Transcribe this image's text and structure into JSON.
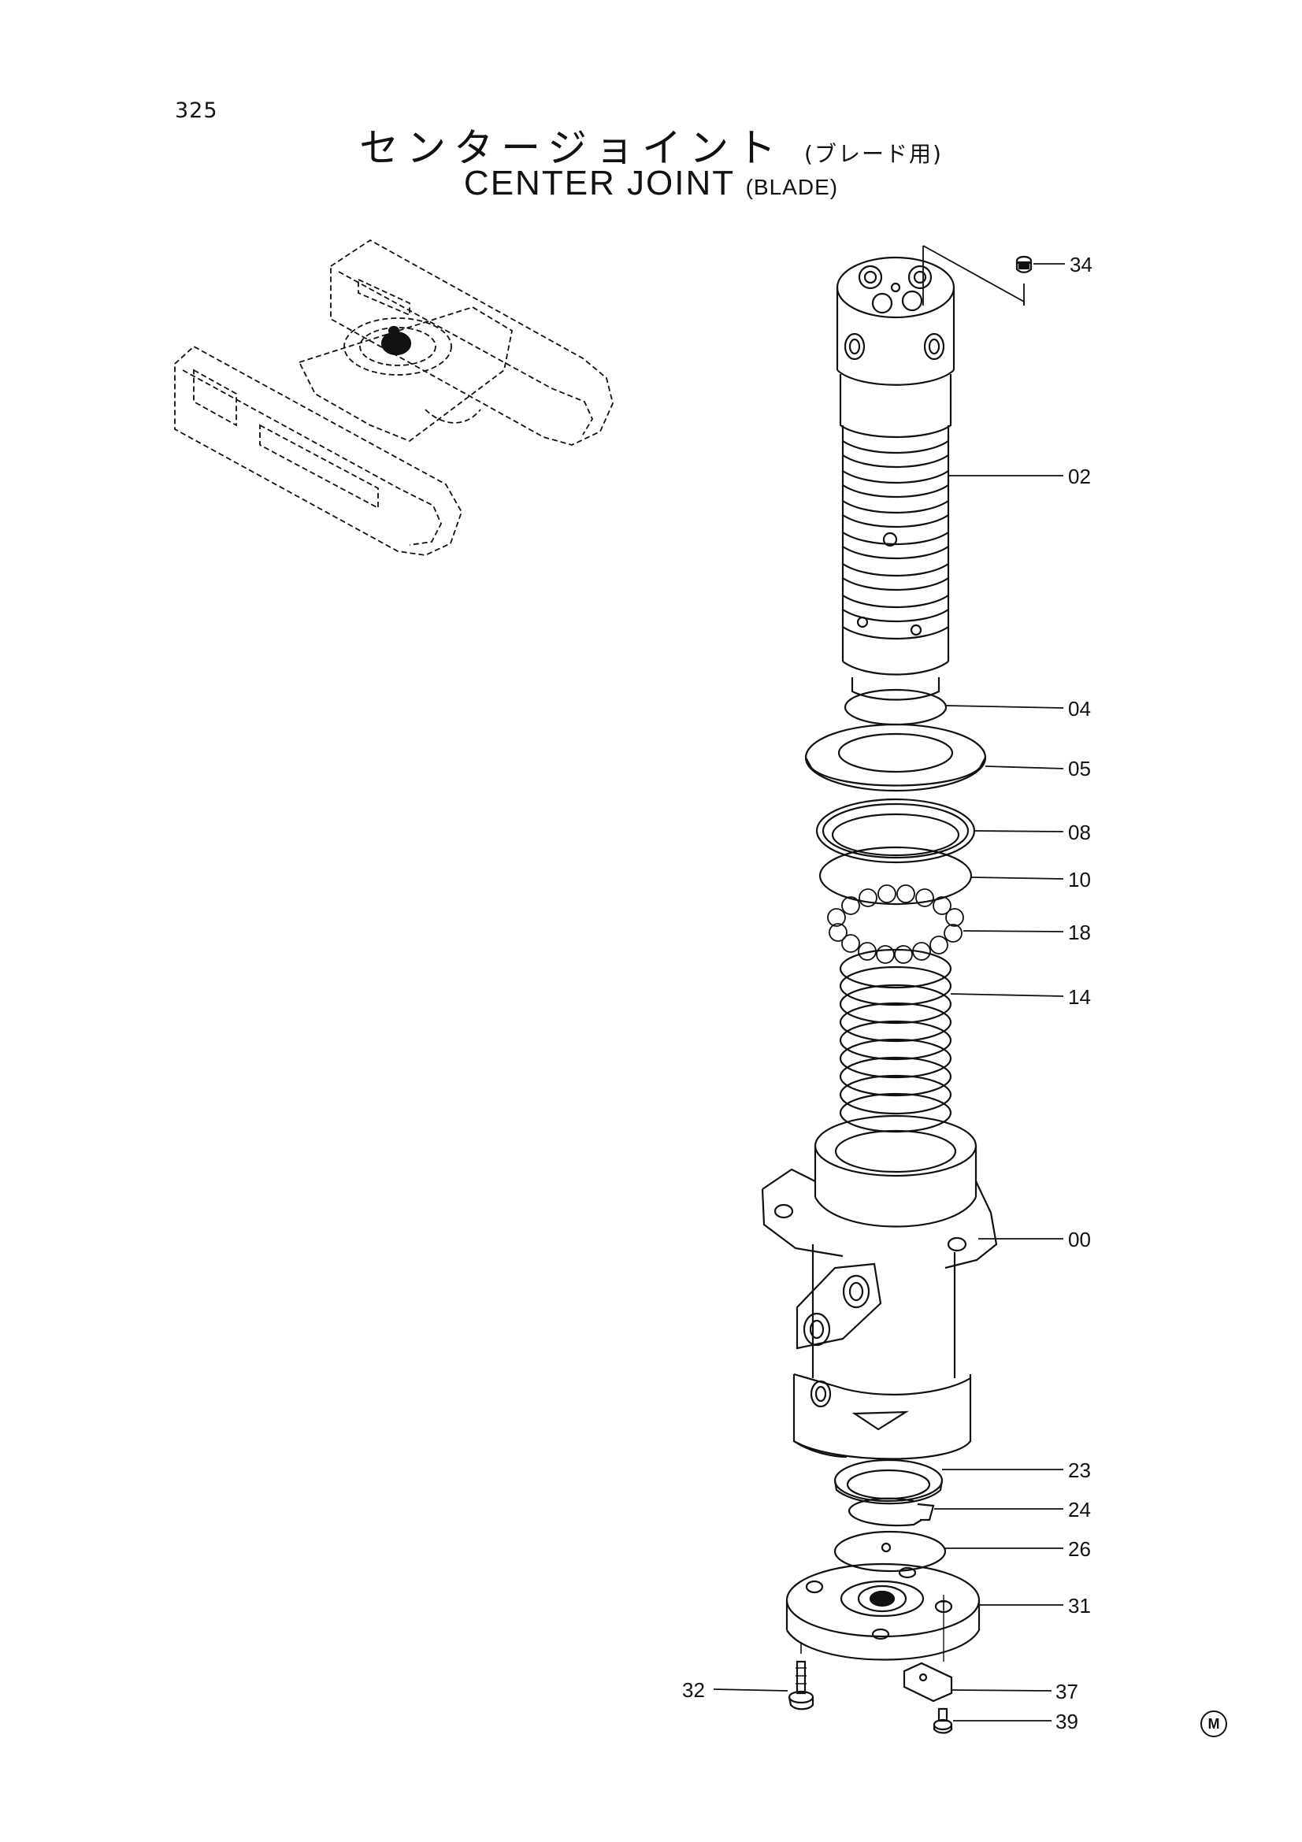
{
  "page_number": "325",
  "title_jp": "センタージョイント",
  "title_jp_sub": "(ブレード用)",
  "title_en": "CENTER JOINT",
  "title_en_sub": "(BLADE)",
  "callouts": [
    "34",
    "02",
    "04",
    "05",
    "08",
    "10",
    "18",
    "14",
    "00",
    "23",
    "24",
    "26",
    "31",
    "32",
    "37",
    "39"
  ],
  "mark": "M"
}
